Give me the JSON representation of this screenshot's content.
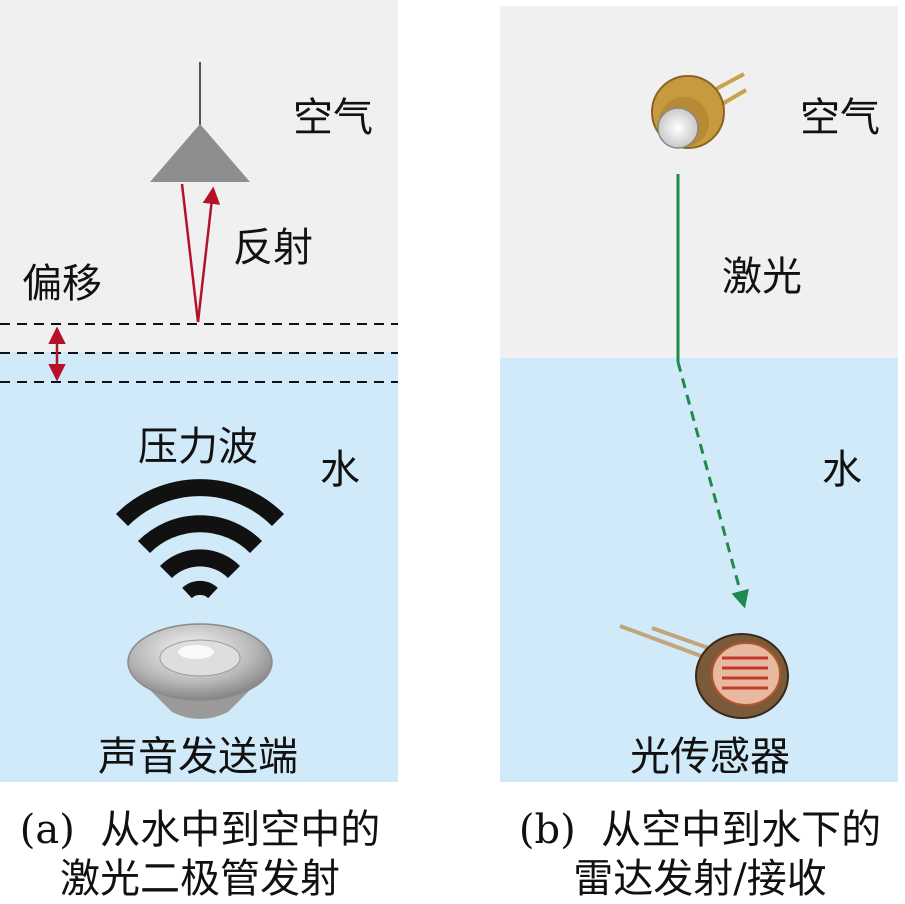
{
  "panel_a": {
    "air_label": "空气",
    "reflection_label": "反射",
    "offset_label": "偏移",
    "pressure_wave_label": "压力波",
    "water_label": "水",
    "sender_label": "声音发送端",
    "caption_line1": "(a)  从水中到空中的",
    "caption_line2": "激光二极管发射"
  },
  "panel_b": {
    "air_label": "空气",
    "laser_label": "激光",
    "water_label": "水",
    "sensor_label": "光传感器",
    "caption_line1": "(b)  从空中到水下的",
    "caption_line2": "雷达发射/接收"
  },
  "colors": {
    "air": "#f0f0f0",
    "water": "#d0eaf9",
    "reflection_arrow": "#b5122a",
    "laser": "#1f8a4c"
  }
}
